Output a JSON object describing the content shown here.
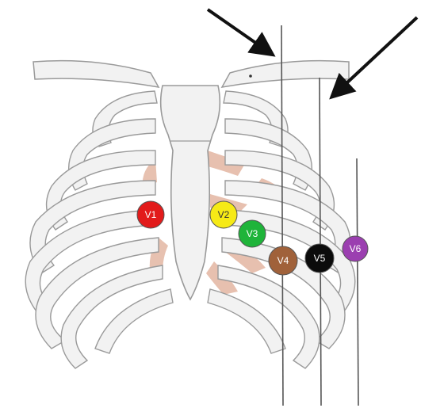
{
  "colors": {
    "bone_fill": "#f2f2f2",
    "bone_stroke": "#9a9a9a",
    "cartilage": "#e3b6a2",
    "guide_line": "#555555",
    "arrow": "#111111"
  },
  "electrodes": [
    {
      "id": "v1",
      "label": "V1",
      "fill": "#e21b1b",
      "text": "#ffffff"
    },
    {
      "id": "v2",
      "label": "V2",
      "fill": "#f6ea16",
      "text": "#333333"
    },
    {
      "id": "v3",
      "label": "V3",
      "fill": "#1fb43a",
      "text": "#ffffff"
    },
    {
      "id": "v4",
      "label": "V4",
      "fill": "#a0613a",
      "text": "#ffffff"
    },
    {
      "id": "v5",
      "label": "V5",
      "fill": "#0b0b0b",
      "text": "#ffffff"
    },
    {
      "id": "v6",
      "label": "V6",
      "fill": "#9b3fb0",
      "text": "#ffffff"
    }
  ],
  "guide_lines": [
    "mid-clavicular-line",
    "anterior-axillary-line",
    "mid-axillary-line"
  ],
  "arrows": [
    "arrow-to-mid-clavicular-line",
    "arrow-to-anterior-axillary-line"
  ]
}
